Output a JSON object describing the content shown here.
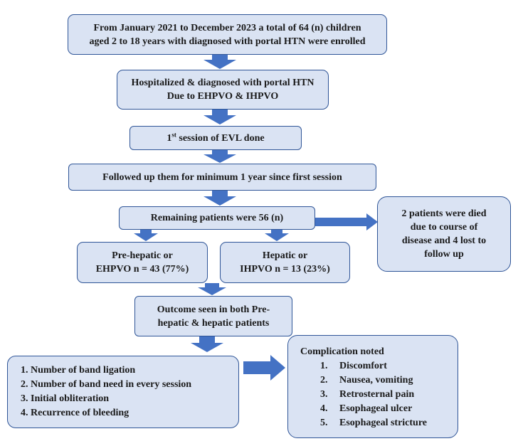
{
  "enrollment": {
    "line1": "From January 2021 to December 2023 a total of 64 (n) children",
    "line2": "aged 2 to 18 years with diagnosed with portal HTN were enrolled"
  },
  "hospitalized": {
    "line1": "Hospitalized & diagnosed with portal HTN",
    "line2": "Due to EHPVO & IHPVO"
  },
  "first_session": {
    "prefix": "1",
    "superscript": "st",
    "rest": " session of EVL done"
  },
  "followup": {
    "text": "Followed up them for minimum 1 year since first session"
  },
  "remaining": {
    "text": "Remaining patients were 56 (n)"
  },
  "excluded": {
    "line1": "2 patients were died",
    "line2": "due to course of",
    "line3": "disease and 4 lost to",
    "line4": "follow up"
  },
  "prehepatic": {
    "line1": "Pre-hepatic or",
    "line2": "EHPVO n = 43 (77%)"
  },
  "hepatic": {
    "line1": "Hepatic or",
    "line2": "IHPVO n = 13 (23%)"
  },
  "outcome": {
    "line1": "Outcome seen in both Pre-",
    "line2": "hepatic & hepatic patients"
  },
  "outcome_measures": {
    "items": [
      "1. Number of band ligation",
      "2. Number of band need in every session",
      "3. Initial obliteration",
      "4. Recurrence of bleeding"
    ]
  },
  "complications": {
    "title": "Complication noted",
    "items": [
      {
        "num": "1.",
        "label": "Discomfort"
      },
      {
        "num": "2.",
        "label": "Nausea, vomiting"
      },
      {
        "num": "3.",
        "label": "Retrosternal pain"
      },
      {
        "num": "4.",
        "label": "Esophageal ulcer"
      },
      {
        "num": "5.",
        "label": "Esophageal stricture"
      }
    ]
  },
  "colors": {
    "box_fill": "#dae3f3",
    "box_border": "#2f5597",
    "arrow_fill": "#4472c4"
  }
}
